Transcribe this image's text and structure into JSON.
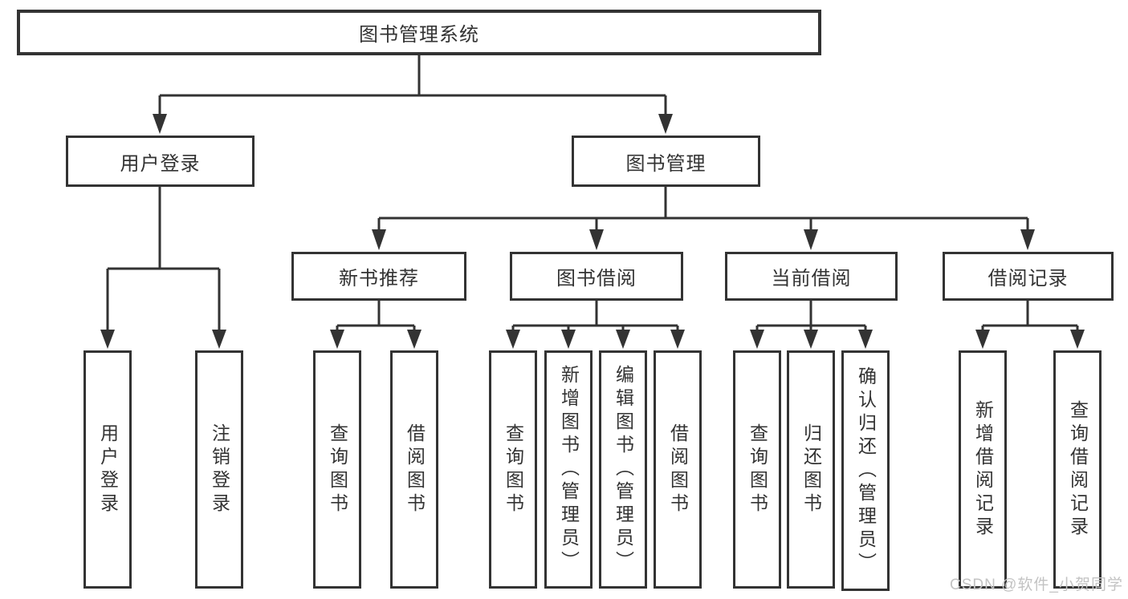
{
  "colors": {
    "line": "#333333",
    "text": "#333333",
    "background": "#ffffff",
    "watermark": "#c3c3c3"
  },
  "tree": {
    "label": "图书管理系统",
    "children": [
      {
        "label": "用户登录",
        "children": [
          {
            "label": "用户登录"
          },
          {
            "label": "注销登录"
          }
        ]
      },
      {
        "label": "图书管理",
        "children": [
          {
            "label": "新书推荐",
            "children": [
              {
                "label": "查询图书"
              },
              {
                "label": "借阅图书"
              }
            ]
          },
          {
            "label": "图书借阅",
            "children": [
              {
                "label": "查询图书"
              },
              {
                "label": "新增图书（管理员）"
              },
              {
                "label": "编辑图书（管理员）"
              },
              {
                "label": "借阅图书"
              }
            ]
          },
          {
            "label": "当前借阅",
            "children": [
              {
                "label": "查询图书"
              },
              {
                "label": "归还图书"
              },
              {
                "label": "确认归还（管理员）"
              }
            ]
          },
          {
            "label": "借阅记录",
            "children": [
              {
                "label": "新增借阅记录"
              },
              {
                "label": "查询借阅记录"
              }
            ]
          }
        ]
      }
    ]
  },
  "watermark": "CSDN @软件_小贺同学"
}
